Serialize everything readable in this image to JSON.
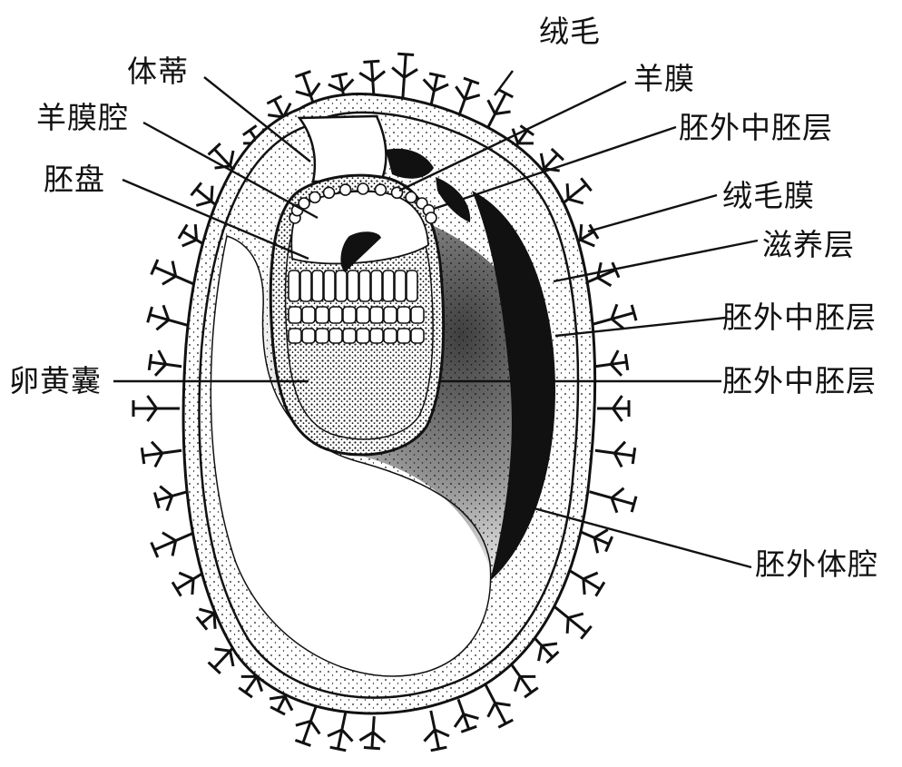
{
  "diagram": {
    "labels": {
      "villi": "绒毛",
      "body_stalk": "体蒂",
      "amnion": "羊膜",
      "amniotic_cavity": "羊膜腔",
      "extraembryonic_mesoderm_1": "胚外中胚层",
      "embryonic_disc": "胚盘",
      "chorion": "绒毛膜",
      "trophoblast": "滋养层",
      "extraembryonic_mesoderm_2": "胚外中胚层",
      "yolk_sac": "卵黄囊",
      "extraembryonic_mesoderm_3": "胚外中胚层",
      "extraembryonic_coelom": "胚外体腔"
    },
    "colors": {
      "ink": "#111111",
      "background": "#ffffff"
    }
  }
}
